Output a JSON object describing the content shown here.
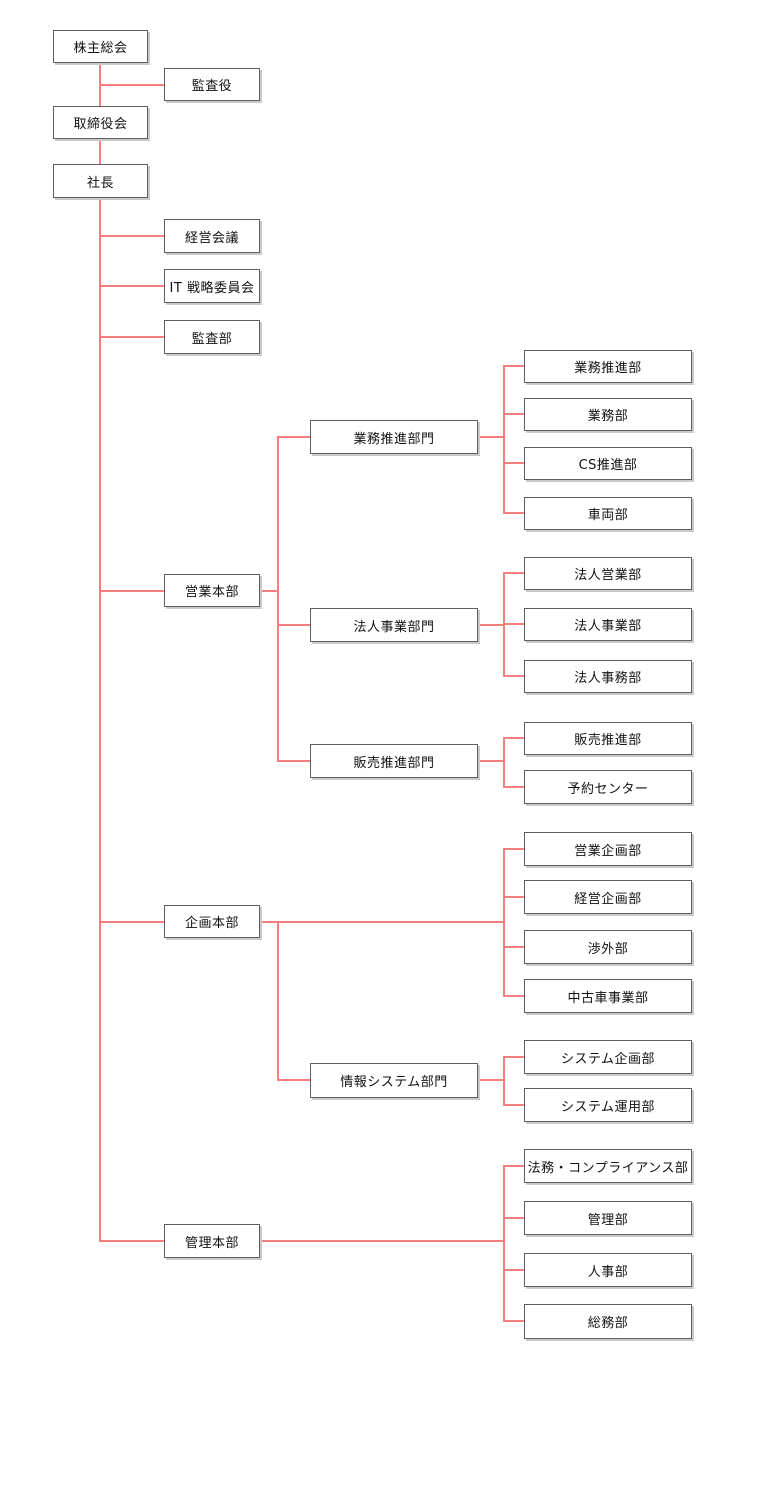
{
  "diagram": {
    "type": "org-chart",
    "line_color": "#f57f7f",
    "box_border_color": "#5f5f5f",
    "box_background": "#ffffff",
    "nodes": [
      {
        "id": "shareholders-meeting",
        "label": "株主総会"
      },
      {
        "id": "audit-officer",
        "label": "監査役"
      },
      {
        "id": "board-of-directors",
        "label": "取締役会"
      },
      {
        "id": "president",
        "label": "社長"
      },
      {
        "id": "management-council",
        "label": "経営会議"
      },
      {
        "id": "it-strategy-committee",
        "label": "IT 戦略委員会"
      },
      {
        "id": "audit-dept",
        "label": "監査部"
      },
      {
        "id": "sales-hq",
        "label": "営業本部"
      },
      {
        "id": "operations-promotion-div",
        "label": "業務推進部門"
      },
      {
        "id": "operations-promotion-dept",
        "label": "業務推進部"
      },
      {
        "id": "operations-dept",
        "label": "業務部"
      },
      {
        "id": "cs-promotion-dept",
        "label": "CS推進部"
      },
      {
        "id": "vehicle-dept",
        "label": "車両部"
      },
      {
        "id": "corporate-business-div",
        "label": "法人事業部門"
      },
      {
        "id": "corporate-sales-dept",
        "label": "法人営業部"
      },
      {
        "id": "corporate-business-dept",
        "label": "法人事業部"
      },
      {
        "id": "corporate-affairs-dept",
        "label": "法人事務部"
      },
      {
        "id": "sales-promotion-div",
        "label": "販売推進部門"
      },
      {
        "id": "sales-promotion-dept",
        "label": "販売推進部"
      },
      {
        "id": "reservation-center",
        "label": "予約センター"
      },
      {
        "id": "planning-hq",
        "label": "企画本部"
      },
      {
        "id": "sales-planning-dept",
        "label": "営業企画部"
      },
      {
        "id": "management-planning-dept",
        "label": "経営企画部"
      },
      {
        "id": "external-affairs-dept",
        "label": "渉外部"
      },
      {
        "id": "used-car-business-dept",
        "label": "中古車事業部"
      },
      {
        "id": "info-systems-div",
        "label": "情報システム部門"
      },
      {
        "id": "system-planning-dept",
        "label": "システム企画部"
      },
      {
        "id": "system-operations-dept",
        "label": "システム運用部"
      },
      {
        "id": "admin-hq",
        "label": "管理本部"
      },
      {
        "id": "legal-compliance-dept",
        "label": "法務・コンプライアンス部"
      },
      {
        "id": "admin-dept",
        "label": "管理部"
      },
      {
        "id": "hr-dept",
        "label": "人事部"
      },
      {
        "id": "general-affairs-dept",
        "label": "総務部"
      }
    ],
    "edges": [
      [
        "shareholders-meeting",
        "audit-officer"
      ],
      [
        "shareholders-meeting",
        "board-of-directors"
      ],
      [
        "board-of-directors",
        "president"
      ],
      [
        "president",
        "management-council"
      ],
      [
        "president",
        "it-strategy-committee"
      ],
      [
        "president",
        "audit-dept"
      ],
      [
        "president",
        "sales-hq"
      ],
      [
        "president",
        "planning-hq"
      ],
      [
        "president",
        "admin-hq"
      ],
      [
        "sales-hq",
        "operations-promotion-div"
      ],
      [
        "sales-hq",
        "corporate-business-div"
      ],
      [
        "sales-hq",
        "sales-promotion-div"
      ],
      [
        "operations-promotion-div",
        "operations-promotion-dept"
      ],
      [
        "operations-promotion-div",
        "operations-dept"
      ],
      [
        "operations-promotion-div",
        "cs-promotion-dept"
      ],
      [
        "operations-promotion-div",
        "vehicle-dept"
      ],
      [
        "corporate-business-div",
        "corporate-sales-dept"
      ],
      [
        "corporate-business-div",
        "corporate-business-dept"
      ],
      [
        "corporate-business-div",
        "corporate-affairs-dept"
      ],
      [
        "sales-promotion-div",
        "sales-promotion-dept"
      ],
      [
        "sales-promotion-div",
        "reservation-center"
      ],
      [
        "planning-hq",
        "sales-planning-dept"
      ],
      [
        "planning-hq",
        "management-planning-dept"
      ],
      [
        "planning-hq",
        "external-affairs-dept"
      ],
      [
        "planning-hq",
        "used-car-business-dept"
      ],
      [
        "planning-hq",
        "info-systems-div"
      ],
      [
        "info-systems-div",
        "system-planning-dept"
      ],
      [
        "info-systems-div",
        "system-operations-dept"
      ],
      [
        "admin-hq",
        "legal-compliance-dept"
      ],
      [
        "admin-hq",
        "admin-dept"
      ],
      [
        "admin-hq",
        "hr-dept"
      ],
      [
        "admin-hq",
        "general-affairs-dept"
      ]
    ]
  }
}
